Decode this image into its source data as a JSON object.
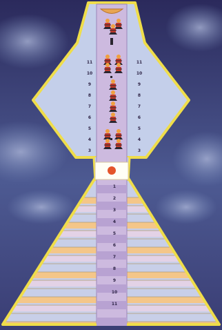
{
  "board": {
    "sky_colors": [
      "#2b2a5c",
      "#4d5a92",
      "#7b8fbe"
    ],
    "border_color": "#efdd4a",
    "upper_panel_color": "#c4cfea",
    "column_color": "#cdbadf",
    "column_stripe_color": "#b8a2d2",
    "lower_stripe_colors": [
      "#f4c689",
      "#e3d2e6",
      "#c8cfe8"
    ],
    "goal_color": "#e8a552",
    "orb_color": "#e4542b",
    "orb_band_color": "#fffef6",
    "piece_colors": {
      "cap": "#f0a040",
      "body": "#c23a2c",
      "base": "#2a2630"
    },
    "marker_color": "#2a2630"
  },
  "scale_labels": {
    "upper_left": [
      "11",
      "10",
      "9",
      "8",
      "7",
      "6",
      "5",
      "4",
      "3"
    ],
    "upper_right": [
      "11",
      "10",
      "9",
      "8",
      "7",
      "6",
      "5",
      "4",
      "3"
    ],
    "lower_center": [
      "1",
      "2",
      "3",
      "4",
      "5",
      "6",
      "7",
      "8",
      "9",
      "10",
      "11"
    ]
  },
  "pieces": {
    "top_group_count": 3,
    "column_count": 9,
    "bottom_group_count": 4
  }
}
